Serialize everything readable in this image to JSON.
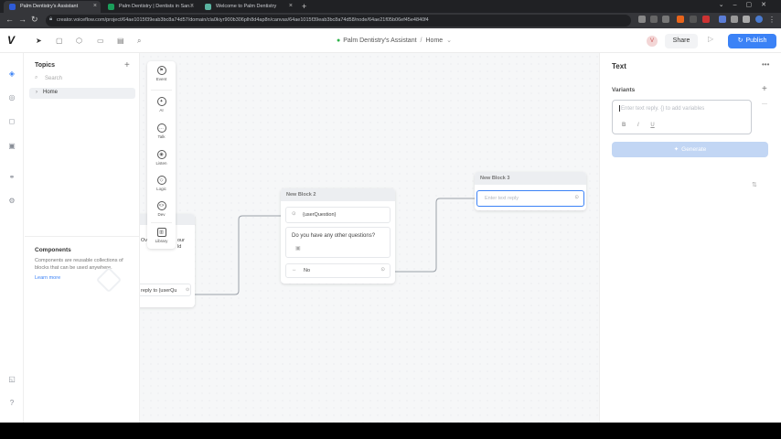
{
  "browser": {
    "tabs": [
      {
        "title": "Palm Dentistry's Assistant",
        "active": true,
        "color": "#2e5bd8"
      },
      {
        "title": "Palm Dentistry | Dentists in San...",
        "active": false,
        "color": "#1a9e5a"
      },
      {
        "title": "Welcome to Palm Dentistry",
        "active": false,
        "color": "#5ab3a0"
      }
    ],
    "url": "creator.voiceflow.com/project/64ae1015f39eab3bc8a74d57/domain/cla0kiyr900b306plh8d4ap8n/canvas/64ae1015f39eab3bc8a74d58/node/64ae21f05b06ef45e4840f4"
  },
  "topbar": {
    "logo": "V",
    "project_name": "Palm Dentistry's Assistant",
    "breadcrumb_separator": "/",
    "topic": "Home",
    "avatar_letter": "V",
    "share_label": "Share",
    "publish_label": "Publish"
  },
  "topics_panel": {
    "title": "Topics",
    "search_placeholder": "Search",
    "items": [
      {
        "label": "Home"
      }
    ],
    "components_title": "Components",
    "components_desc": "Components are reusable collections of blocks that can be used anywhere.",
    "learn_more": "Learn more"
  },
  "toolbox": {
    "items": [
      {
        "label": "Event"
      },
      {
        "label": "AI"
      },
      {
        "label": "Talk"
      },
      {
        "label": "Listen"
      },
      {
        "label": "Logic"
      },
      {
        "label": "Dev"
      },
      {
        "label": "Library"
      }
    ]
  },
  "canvas": {
    "partial_block": {
      "step_text_1": "Ov",
      "step_text_2": "our",
      "step_text_3": "ld",
      "reply_text": "reply to {userQu"
    },
    "block2": {
      "title": "New Block 2",
      "capture_text": "{userQuestion}",
      "prompt_text": "Do you have any other questions?",
      "choice_label": "No"
    },
    "block3": {
      "title": "New Block 3",
      "reply_placeholder": "Enter text reply"
    }
  },
  "right_panel": {
    "title": "Text",
    "variants_label": "Variants",
    "input_placeholder": "Enter text reply. {} to add variables",
    "bold": "B",
    "italic": "I",
    "underline": "U",
    "generate_label": "Generate"
  },
  "colors": {
    "accent": "#3b82f6",
    "whatsapp": "#2fb34a"
  }
}
